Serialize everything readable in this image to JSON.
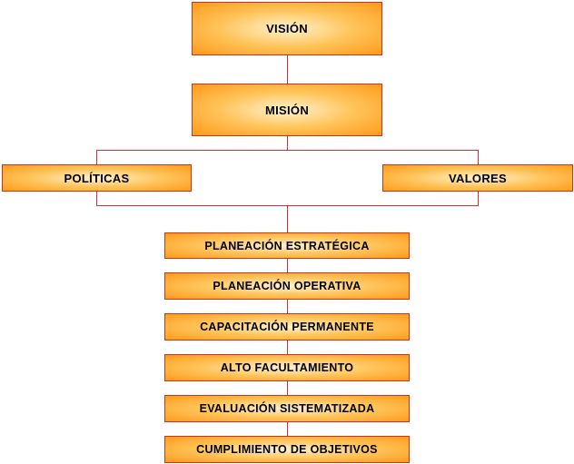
{
  "diagram": {
    "vision": "VISIÓN",
    "mision": "MISIÓN",
    "politicas": "POLÍTICAS",
    "valores": "VALORES",
    "steps": [
      "PLANEACIÓN ESTRATÉGICA",
      "PLANEACIÓN OPERATIVA",
      "CAPACITACIÓN PERMANENTE",
      "ALTO FACULTAMIENTO",
      "EVALUACIÓN SISTEMATIZADA",
      "CUMPLIMIENTO DE OBJETIVOS"
    ]
  },
  "colors": {
    "box_border": "#c4361f",
    "box_center": "#fff2cf",
    "box_edge": "#ff9a1a",
    "connector": "#c0383a"
  }
}
